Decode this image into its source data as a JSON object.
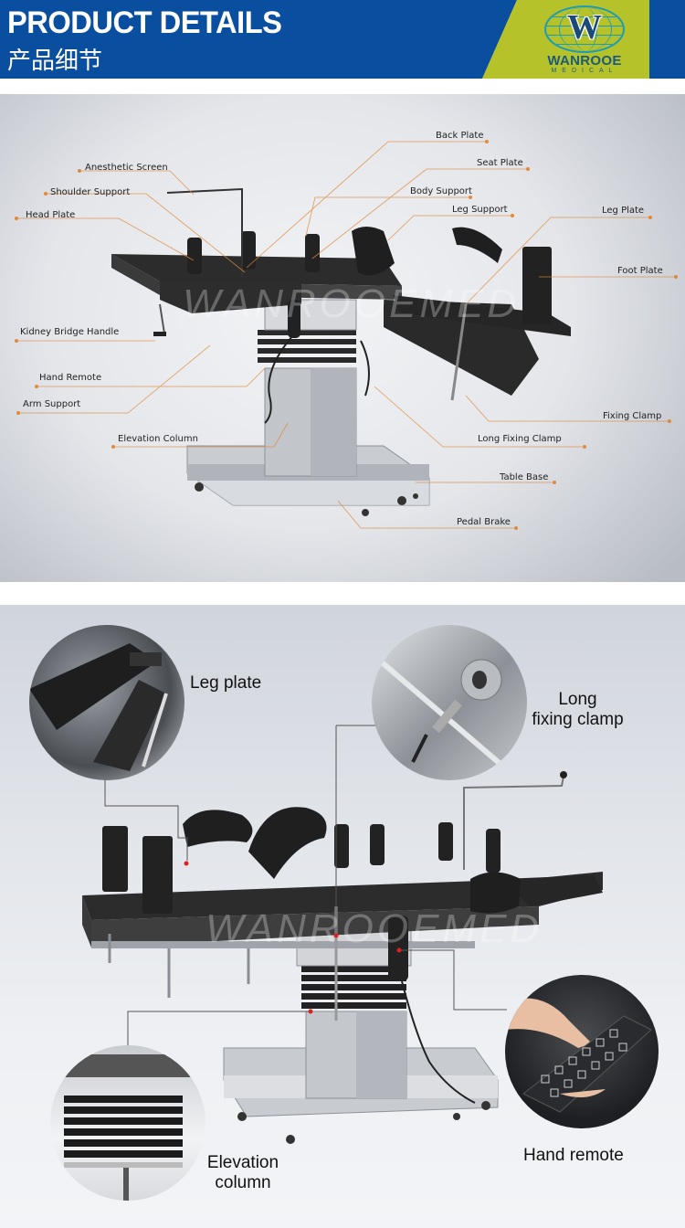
{
  "header": {
    "title": "PRODUCT DETAILS",
    "subtitle": "产品细节",
    "brand_color": "#0a4ea0",
    "accent_color": "#b5c22a",
    "logo": {
      "icon": "globe-w-logo-icon",
      "letter": "W",
      "name": "WANROOE",
      "tagline": "MEDICAL"
    }
  },
  "diagram": {
    "watermark": "WANROOEMED",
    "leader_color": "#e08a3c",
    "left_labels": [
      {
        "id": "anesthetic-screen",
        "text": "Anesthetic Screen"
      },
      {
        "id": "shoulder-support",
        "text": "Shoulder Support"
      },
      {
        "id": "head-plate",
        "text": "Head Plate"
      },
      {
        "id": "kidney-bridge-handle",
        "text": "Kidney Bridge Handle"
      },
      {
        "id": "hand-remote",
        "text": "Hand Remote"
      },
      {
        "id": "arm-support",
        "text": "Arm Support"
      },
      {
        "id": "elevation-column",
        "text": "Elevation Column"
      }
    ],
    "right_labels": [
      {
        "id": "back-plate",
        "text": "Back Plate"
      },
      {
        "id": "seat-plate",
        "text": "Seat Plate"
      },
      {
        "id": "body-support",
        "text": "Body Support"
      },
      {
        "id": "leg-support",
        "text": "Leg Support"
      },
      {
        "id": "leg-plate",
        "text": "Leg Plate"
      },
      {
        "id": "foot-plate",
        "text": "Foot Plate"
      },
      {
        "id": "fixing-clamp",
        "text": "Fixing Clamp"
      },
      {
        "id": "long-fixing-clamp",
        "text": "Long Fixing Clamp"
      },
      {
        "id": "table-base",
        "text": "Table Base"
      },
      {
        "id": "pedal-brake",
        "text": "Pedal Brake"
      }
    ]
  },
  "details": {
    "watermark": "WANROOEMED",
    "marker_color": "#e02020",
    "callouts": [
      {
        "id": "leg-plate",
        "line1": "Leg plate",
        "line2": ""
      },
      {
        "id": "long-fixing-clamp",
        "line1": "Long",
        "line2": "fixing clamp"
      },
      {
        "id": "elevation-column",
        "line1": "Elevation",
        "line2": "column"
      },
      {
        "id": "hand-remote",
        "line1": "Hand remote",
        "line2": ""
      }
    ]
  }
}
